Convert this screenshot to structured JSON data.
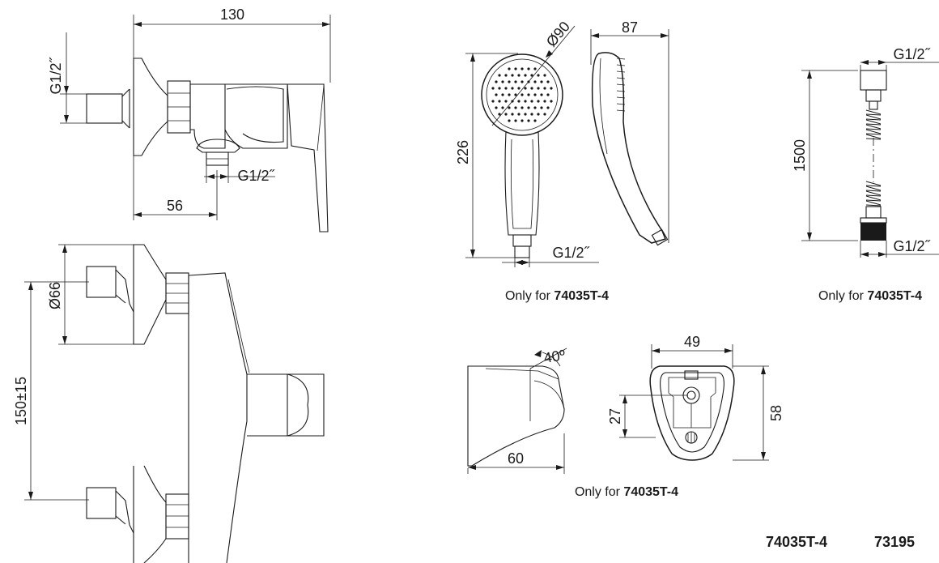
{
  "dimensions": {
    "mixer_width": "130",
    "mixer_thread_inlet": "G1/2˝",
    "mixer_thread_outlet": "G1/2˝",
    "mixer_outlet_offset": "56",
    "flange_diameter": "Ø66",
    "inlet_spacing": "150±15",
    "shower_height": "226",
    "shower_head_diameter": "Ø90",
    "shower_side_width": "87",
    "shower_thread": "G1/2˝",
    "hose_length": "1500",
    "hose_thread_top": "G1/2˝",
    "hose_thread_bottom": "G1/2˝",
    "holder_angle": "40º",
    "holder_depth": "60",
    "bracket_width": "49",
    "bracket_height": "58",
    "bracket_hole_offset": "27"
  },
  "captions": {
    "shower": {
      "prefix": "Only for ",
      "model": "74035T-4"
    },
    "hose": {
      "prefix": "Only for ",
      "model": "74035T-4"
    },
    "holder": {
      "prefix": "Only for ",
      "model": "74035T-4"
    }
  },
  "models": [
    "74035T-4",
    "73195"
  ]
}
